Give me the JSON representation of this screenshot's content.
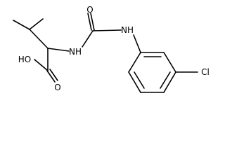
{
  "diagram": {
    "type": "chemical-structure",
    "atoms": {
      "carbonyl_oxygen": "O",
      "urea_nh": "NH",
      "alpha_nh": "NH",
      "hydroxyl": "HO",
      "acid_oxygen": "O",
      "chlorine": "Cl"
    }
  }
}
